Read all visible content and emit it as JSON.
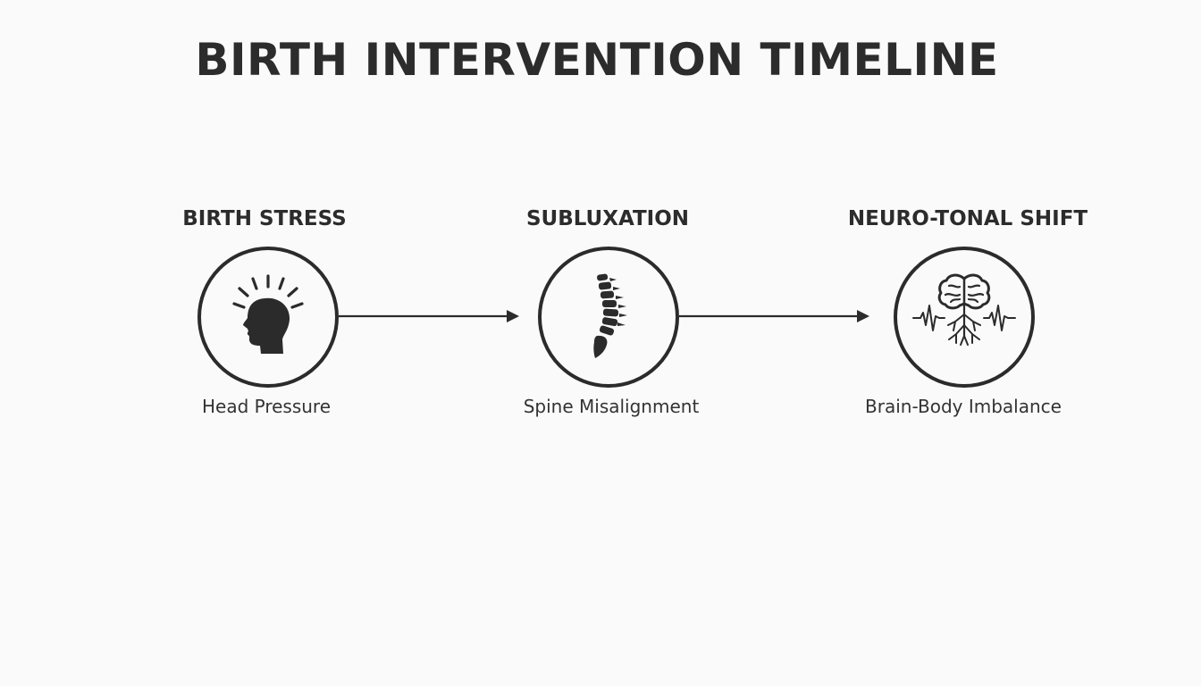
{
  "title": "BIRTH INTERVENTION TIMELINE",
  "stages": [
    {
      "heading": "BIRTH STRESS",
      "caption": "Head Pressure",
      "icon": "head-pressure-icon"
    },
    {
      "heading": "SUBLUXATION",
      "caption": "Spine Misalignment",
      "icon": "spine-icon"
    },
    {
      "heading": "NEURO-TONAL SHIFT",
      "caption": "Brain-Body Imbalance",
      "icon": "brain-nerves-icon"
    }
  ],
  "colors": {
    "background": "#fafafa",
    "ink": "#2b2b2b"
  }
}
